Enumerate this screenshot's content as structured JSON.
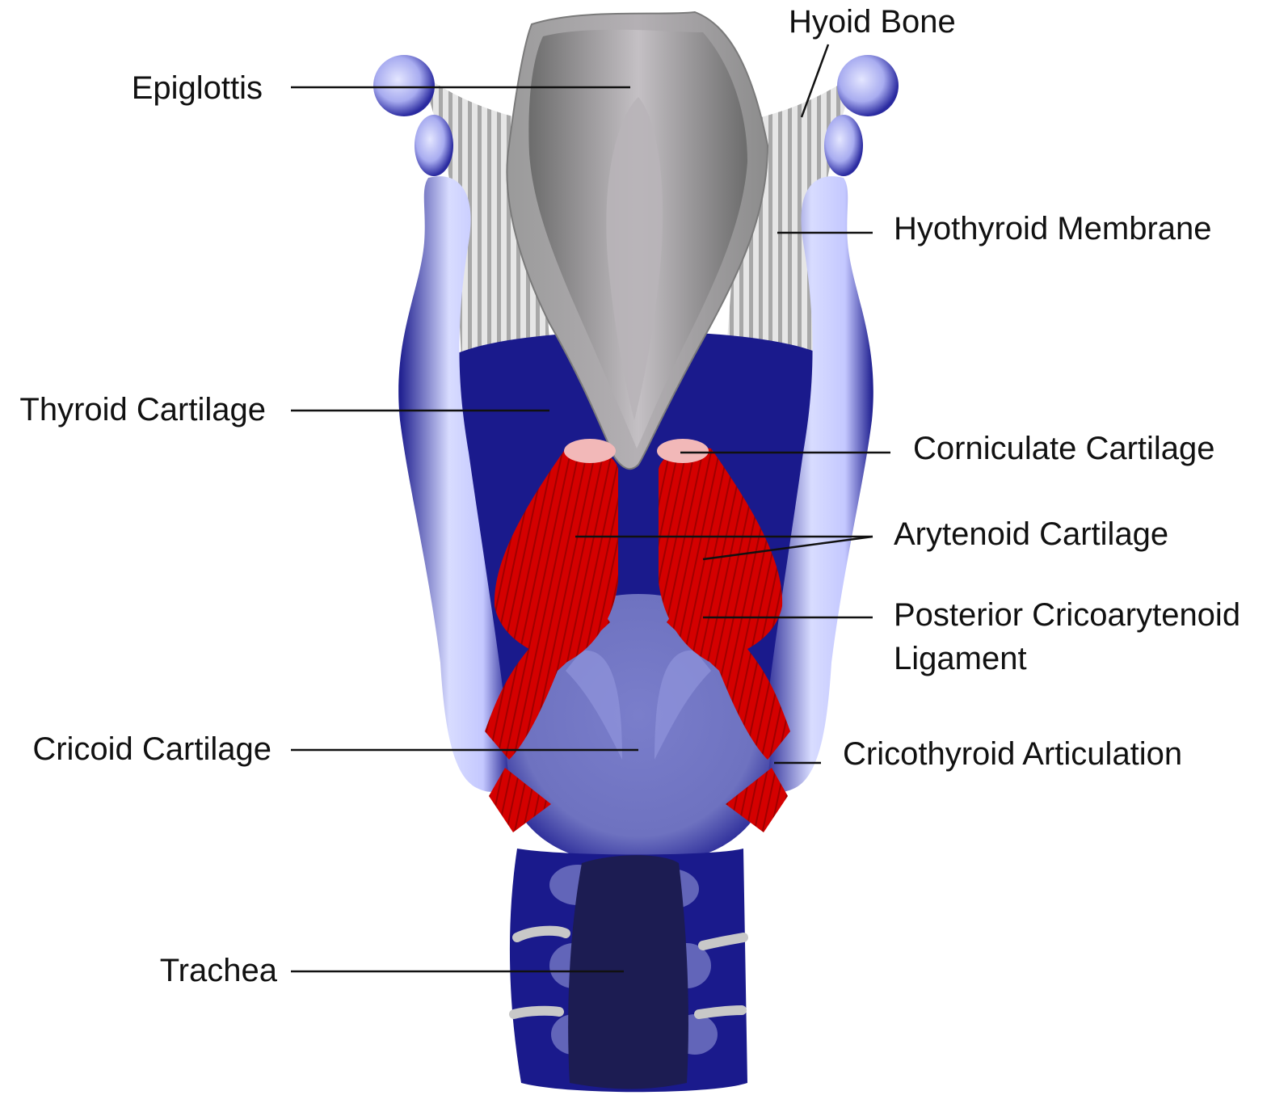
{
  "labels": {
    "hyoid_bone": "Hyoid Bone",
    "epiglottis": "Epiglottis",
    "hyothyroid_membrane": "Hyothyroid Membrane",
    "thyroid_cartilage": "Thyroid Cartilage",
    "corniculate_cartilage": "Corniculate Cartilage",
    "arytenoid_cartilage": "Arytenoid Cartilage",
    "posterior_cricoarytenoid_line1": "Posterior Cricoarytenoid",
    "posterior_cricoarytenoid_line2": "Ligament",
    "cricoid_cartilage": "Cricoid Cartilage",
    "cricothyroid_articulation": "Cricothyroid Articulation",
    "trachea": "Trachea"
  },
  "colors": {
    "cartilage_dark_blue": "#1a1a8c",
    "cartilage_light_blue": "#d8dcff",
    "cricoid_lavender": "#7478c4",
    "trachea_lumen": "#1c1c52",
    "epiglottis_gray": "#8a8a8a",
    "membrane_gray": "#c8c8c8",
    "muscle_red": "#d40000",
    "corniculate_pink": "#f2b8b8",
    "label_text": "#111111"
  }
}
